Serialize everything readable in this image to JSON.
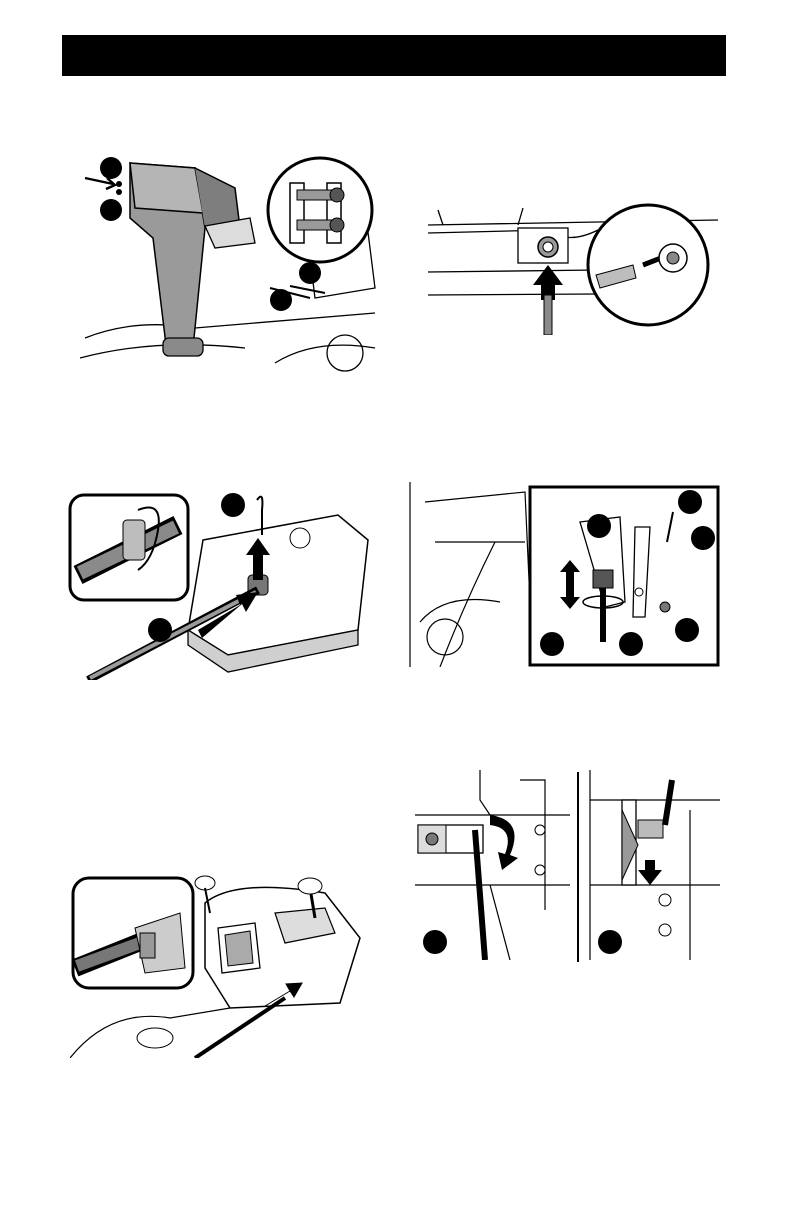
{
  "page": {
    "header_text": "",
    "colors": {
      "ink": "#000000",
      "paper": "#ffffff",
      "header": "#000000",
      "shade": "#8a8a8a",
      "light": "#c8c8c8"
    }
  },
  "figures": [
    {
      "id": "fig-1",
      "icons": [
        "chute-assembly",
        "callout-bubble",
        "arrow-icon",
        "magnifier-inset"
      ]
    },
    {
      "id": "fig-2",
      "icons": [
        "pivot-bushing",
        "arrow-icon",
        "magnifier-inset"
      ]
    },
    {
      "id": "fig-3",
      "icons": [
        "hairpin-clip",
        "shaft-tube",
        "arrow-icon",
        "magnifier-inset"
      ]
    },
    {
      "id": "fig-4",
      "icons": [
        "cable-bracket",
        "adjuster-screw",
        "double-arrow-icon",
        "callout-bubble"
      ]
    },
    {
      "id": "fig-5",
      "icons": [
        "dash-panel",
        "shift-lever",
        "magnifier-inset"
      ]
    },
    {
      "id": "fig-6",
      "icons": [
        "bracket-step-a",
        "bracket-step-b",
        "arrow-icon",
        "callout-bubble"
      ]
    }
  ]
}
